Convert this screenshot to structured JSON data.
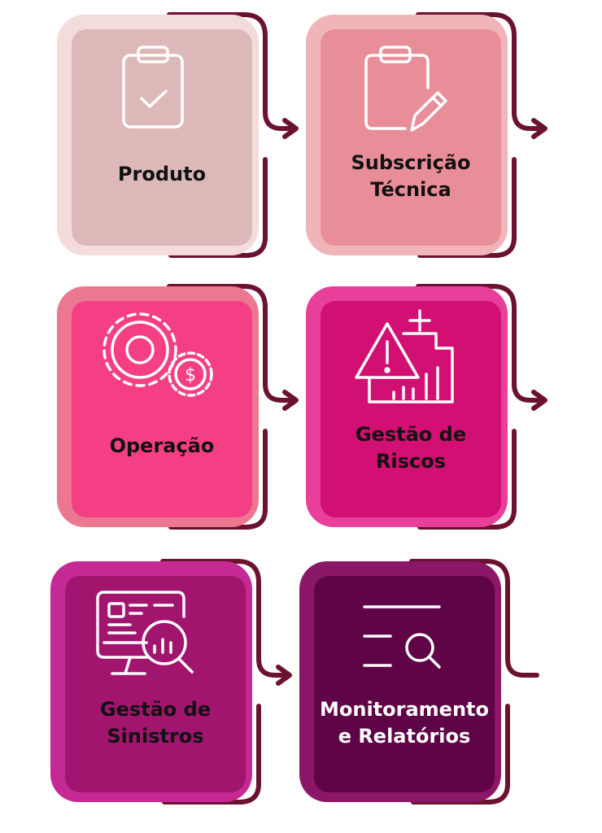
{
  "steps": [
    {
      "label_lines": [
        "Produto"
      ],
      "icon": "clipboard-check-icon",
      "back": "#f4dcdc",
      "front": "#ddb8b8",
      "text_color": "#111111"
    },
    {
      "label_lines": [
        "Subscrição",
        "Técnica"
      ],
      "icon": "clipboard-edit-icon",
      "back": "#f1b5b9",
      "front": "#e88e98",
      "text_color": "#111111"
    },
    {
      "label_lines": [
        "Operação"
      ],
      "icon": "gears-dollar-icon",
      "back": "#eb7791",
      "front": "#f53f84",
      "text_color": "#111111"
    },
    {
      "label_lines": [
        "Gestão de",
        "Riscos"
      ],
      "icon": "warning-chart-icon",
      "back": "#e83f9a",
      "front": "#d20f72",
      "text_color": "#111111"
    },
    {
      "label_lines": [
        "Gestão de",
        "Sinistros"
      ],
      "icon": "monitor-analysis-icon",
      "back": "#c52a94",
      "front": "#a1156f",
      "text_color": "#111111"
    },
    {
      "label_lines": [
        "Monitoramento",
        "e Relatórios"
      ],
      "icon": "list-search-icon",
      "back": "#8a1768",
      "front": "#5f0446",
      "text_color": "#ffffff"
    }
  ],
  "colors": {
    "connector": "#6b1230",
    "icon_stroke": "#ffffff"
  }
}
